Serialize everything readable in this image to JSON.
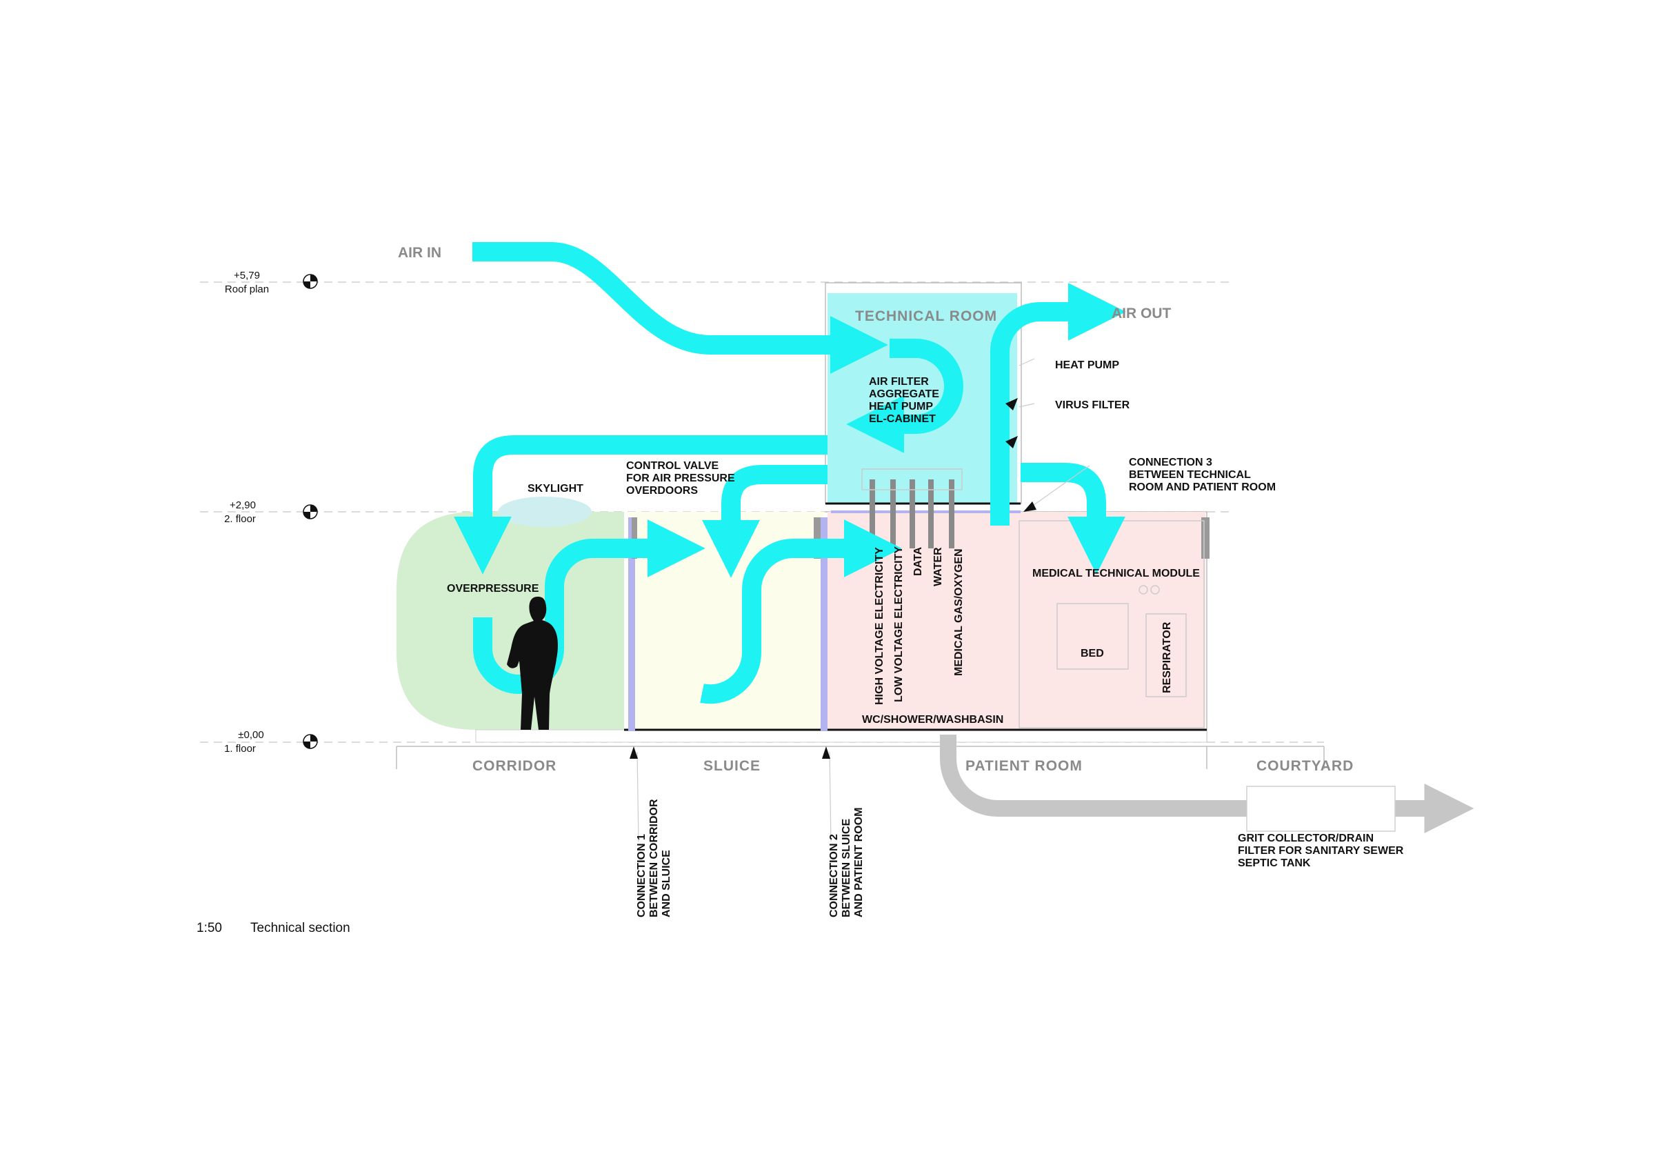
{
  "levels": [
    {
      "value": "+5,79",
      "name": "Roof plan"
    },
    {
      "value": "+2,90",
      "name": "2. floor"
    },
    {
      "value": "±0,00",
      "name": "1. floor"
    }
  ],
  "air_labels": {
    "air_in": "AIR IN",
    "air_out": "AIR OUT"
  },
  "technical_room": {
    "title": "TECHNICAL ROOM",
    "contents": [
      "AIR FILTER",
      "AGGREGATE",
      "HEAT PUMP",
      "EL-CABINET"
    ]
  },
  "callouts": {
    "heat_pump": "HEAT PUMP",
    "virus_filter": "VIRUS FILTER",
    "connection3": [
      "CONNECTION 3",
      "BETWEEN TECHNICAL",
      "ROOM AND PATIENT ROOM"
    ],
    "control_valve": [
      "CONTROL VALVE",
      "FOR AIR PRESSURE",
      "OVERDOORS"
    ],
    "skylight": "SKYLIGHT",
    "overpressure": "OVERPRESSURE",
    "medical_module": "MEDICAL TECHNICAL MODULE",
    "bed": "BED",
    "respirator": "RESPIRATOR",
    "wc": "WC/SHOWER/WASHBASIN",
    "grit": [
      "GRIT COLLECTOR/DRAIN",
      "FILTER FOR SANITARY SEWER",
      "SEPTIC TANK"
    ]
  },
  "utilities": [
    "HIGH VOLTAGE ELECTRICITY",
    "LOW VOLTAGE ELECTRICITY",
    "DATA",
    "WATER",
    "MEDICAL GAS/OXYGEN"
  ],
  "rooms": {
    "corridor": "CORRIDOR",
    "sluice": "SLUICE",
    "patient_room": "PATIENT ROOM",
    "courtyard": "COURTYARD"
  },
  "connections": {
    "c1": [
      "CONNECTION 1",
      "BETWEEN CORRIDOR",
      "AND SLUICE"
    ],
    "c2": [
      "CONNECTION 2",
      "BETWEEN SLUICE",
      "AND PATIENT ROOM"
    ]
  },
  "caption": {
    "scale": "1:50",
    "title": "Technical section"
  },
  "colors": {
    "air": "#1ff2f2",
    "technical_room": "#a8f5f5",
    "corridor": "#d4eed0",
    "sluice": "#fdfdec",
    "patient_room": "#fde6e6",
    "connection": "#b3b3ef",
    "sewer": "#c6c6c6"
  }
}
